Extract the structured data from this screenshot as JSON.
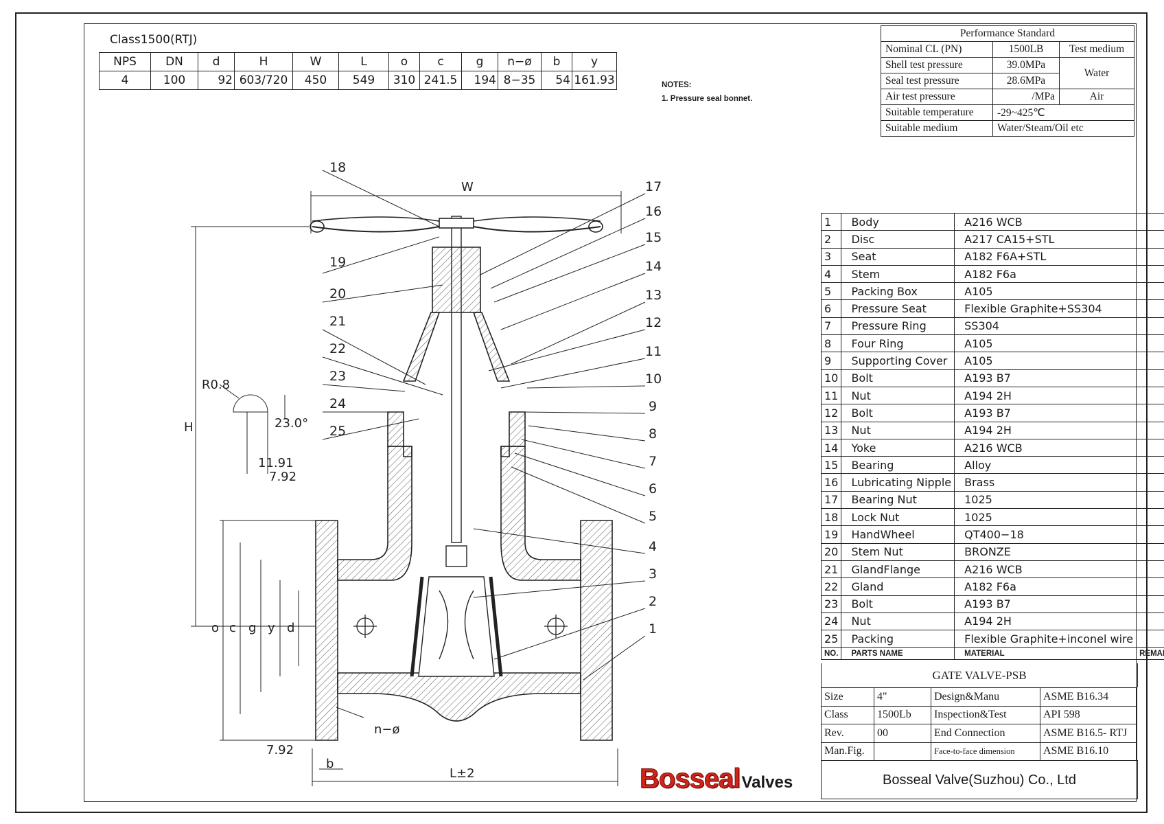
{
  "header": {
    "class_title": "Class1500(RTJ)"
  },
  "dimensions": {
    "headers": [
      "NPS",
      "DN",
      "d",
      "H",
      "W",
      "L",
      "o",
      "c",
      "g",
      "n−ø",
      "b",
      "y"
    ],
    "values": [
      "4",
      "100",
      "92",
      "603/720",
      "450",
      "549",
      "310",
      "241.5",
      "194",
      "8−35",
      "54",
      "161.93"
    ]
  },
  "notes": {
    "title": "NOTES:",
    "line1": "1. Pressure seal bonnet."
  },
  "performance": {
    "title": "Performance Standard",
    "nominal_label": "Nominal CL (PN)",
    "nominal_value": "1500LB",
    "test_medium_label": "Test medium",
    "shell_label": "Shell test pressure",
    "shell_value": "39.0MPa",
    "seal_label": "Seal test pressure",
    "seal_value": "28.6MPa",
    "water": "Water",
    "air_label": "Air test pressure",
    "air_value": "/MPa",
    "air": "Air",
    "temp_label": "Suitable temperature",
    "temp_value": "-29~425℃",
    "medium_label": "Suitable medium",
    "medium_value": "Water/Steam/Oil etc"
  },
  "parts": [
    {
      "no": "1",
      "name": "Body",
      "material": "A216  WCB"
    },
    {
      "no": "2",
      "name": "Disc",
      "material": "A217  CA15+STL"
    },
    {
      "no": "3",
      "name": "Seat",
      "material": "A182  F6A+STL"
    },
    {
      "no": "4",
      "name": "Stem",
      "material": "A182  F6a"
    },
    {
      "no": "5",
      "name": "Packing Box",
      "material": "A105"
    },
    {
      "no": "6",
      "name": "Pressure Seat",
      "material": "Flexible Graphite+SS304"
    },
    {
      "no": "7",
      "name": "Pressure Ring",
      "material": "SS304"
    },
    {
      "no": "8",
      "name": "Four Ring",
      "material": "A105"
    },
    {
      "no": "9",
      "name": "Supporting Cover",
      "material": "A105"
    },
    {
      "no": "10",
      "name": "Bolt",
      "material": "A193  B7"
    },
    {
      "no": "11",
      "name": "Nut",
      "material": "A194  2H"
    },
    {
      "no": "12",
      "name": "Bolt",
      "material": "A193  B7"
    },
    {
      "no": "13",
      "name": "Nut",
      "material": "A194  2H"
    },
    {
      "no": "14",
      "name": "Yoke",
      "material": "A216  WCB"
    },
    {
      "no": "15",
      "name": "Bearing",
      "material": "Alloy"
    },
    {
      "no": "16",
      "name": "Lubricating Nipple",
      "material": "Brass"
    },
    {
      "no": "17",
      "name": "Bearing  Nut",
      "material": "1025"
    },
    {
      "no": "18",
      "name": "Lock  Nut",
      "material": "1025"
    },
    {
      "no": "19",
      "name": "HandWheel",
      "material": "QT400−18"
    },
    {
      "no": "20",
      "name": "Stem  Nut",
      "material": "BRONZE"
    },
    {
      "no": "21",
      "name": "GlandFlange",
      "material": "A216  WCB"
    },
    {
      "no": "22",
      "name": "Gland",
      "material": "A182  F6a"
    },
    {
      "no": "23",
      "name": "Bolt",
      "material": "A193  B7"
    },
    {
      "no": "24",
      "name": "Nut",
      "material": "A194  2H"
    },
    {
      "no": "25",
      "name": "Packing",
      "material": "Flexible  Graphite+inconel  wire"
    }
  ],
  "parts_header": {
    "no": "NO.",
    "name": "PARTS NAME",
    "material": "MATERIAL",
    "remark": "REMARK"
  },
  "title_block": {
    "product": "GATE VALVE-PSB",
    "size_label": "Size",
    "size_value": "4\"",
    "design_label": "Design&Manu",
    "design_value": "ASME B16.34",
    "class_label": "Class",
    "class_value": "1500Lb",
    "inspect_label": "Inspection&Test",
    "inspect_value": "API 598",
    "rev_label": "Rev.",
    "rev_value": "00",
    "end_label": "End Connection",
    "end_value": "ASME B16.5- RTJ",
    "manfig_label": "Man.Fig.",
    "manfig_value": "",
    "f2f_label": "Face-to-face dimension",
    "f2f_value": "ASME B16.10",
    "company": "Bosseal Valve(Suzhou) Co., Ltd"
  },
  "logo": {
    "main": "Bosseal",
    "sub": "Valves"
  },
  "drawing": {
    "callouts": [
      "18",
      "17",
      "16",
      "15",
      "14",
      "13",
      "12",
      "11",
      "10",
      "9",
      "8",
      "7",
      "6",
      "5",
      "4",
      "3",
      "2",
      "1",
      "19",
      "20",
      "21",
      "22",
      "23",
      "24",
      "25"
    ],
    "dim_labels": {
      "W": "W",
      "H": "H",
      "o": "o",
      "c": "c",
      "g": "g",
      "y": "y",
      "d": "d",
      "n": "n−ø",
      "b": "b",
      "L": "L±2",
      "r08": "R0.8",
      "ang": "23.0°",
      "v1191": "11.91",
      "v792a": "7.92",
      "v792b": "7.92"
    }
  }
}
